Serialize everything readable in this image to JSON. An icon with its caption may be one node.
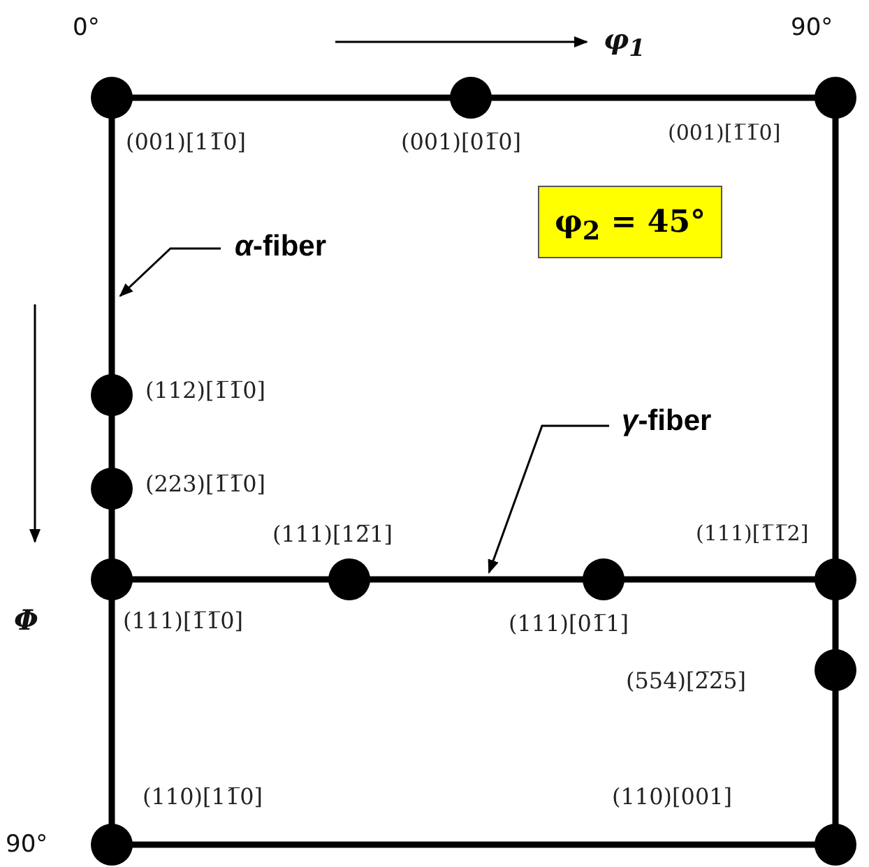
{
  "diagram": {
    "nodes": [
      {
        "text": [],
        "shape": "circle",
        "beside": [
          "(001)[11̅0]"
        ]
      },
      {
        "text": [],
        "shape": "circle",
        "beside": [
          "(001)[01̅0]"
        ]
      },
      {
        "text": [],
        "shape": "circle",
        "beside": [
          "(001)[1̅1̅0]"
        ]
      },
      {
        "text": [],
        "shape": "circle",
        "beside": [
          "(112)[1̅1̅0]"
        ]
      },
      {
        "text": [],
        "shape": "circle",
        "beside": [
          "(223)[1̅1̅0]"
        ]
      },
      {
        "text": [],
        "shape": "circle",
        "beside": [
          "(111)[1̅1̅0]"
        ]
      },
      {
        "text": [],
        "shape": "circle",
        "beside": [
          "(111)[12̅1]"
        ]
      },
      {
        "text": [],
        "shape": "circle",
        "beside": [
          "(111)[01̅1]"
        ]
      },
      {
        "text": [],
        "shape": "circle",
        "beside": [
          "(111)[1̅1̅2]"
        ]
      },
      {
        "text": [],
        "shape": "circle",
        "beside": [
          "(554)[2̅2̅5]"
        ]
      },
      {
        "text": [],
        "shape": "circle",
        "beside": [
          "(110)[11̅0]"
        ]
      },
      {
        "text": [],
        "shape": "circle",
        "beside": [
          "(110)[001]"
        ]
      },
      {
        "text": [
          "φ$_{2}$ = 45°"
        ]
      },
      {
        "text": [
          "*α*-fiber"
        ]
      },
      {
        "text": [
          "*γ*-fiber"
        ]
      }
    ],
    "edges": [
      {
        "from": 0,
        "to": 1,
        "arrow": "none"
      },
      {
        "from": 1,
        "to": 2,
        "arrow": "none"
      },
      {
        "from": 0,
        "to": 3,
        "arrow": "none"
      },
      {
        "from": 3,
        "to": 4,
        "arrow": "none"
      },
      {
        "from": 4,
        "to": 5,
        "arrow": "none"
      },
      {
        "from": 5,
        "to": 6,
        "arrow": "none"
      },
      {
        "from": 6,
        "to": 7,
        "arrow": "none"
      },
      {
        "from": 7,
        "to": 8,
        "arrow": "none"
      },
      {
        "from": 2,
        "to": 8,
        "arrow": "none"
      },
      {
        "from": 8,
        "to": 9,
        "arrow": "none"
      },
      {
        "from": 9,
        "to": 11,
        "arrow": "none"
      },
      {
        "from": 5,
        "to": 10,
        "arrow": "none"
      },
      {
        "from": 10,
        "to": 11,
        "arrow": "none"
      },
      {
        "from": 13,
        "to": null,
        "arrow": "to"
      },
      {
        "from": 14,
        "to": null,
        "arrow": "to"
      }
    ],
    "labels": [
      "0°",
      "φ$_{1}$",
      "90°",
      "Φ",
      "90°"
    ]
  }
}
